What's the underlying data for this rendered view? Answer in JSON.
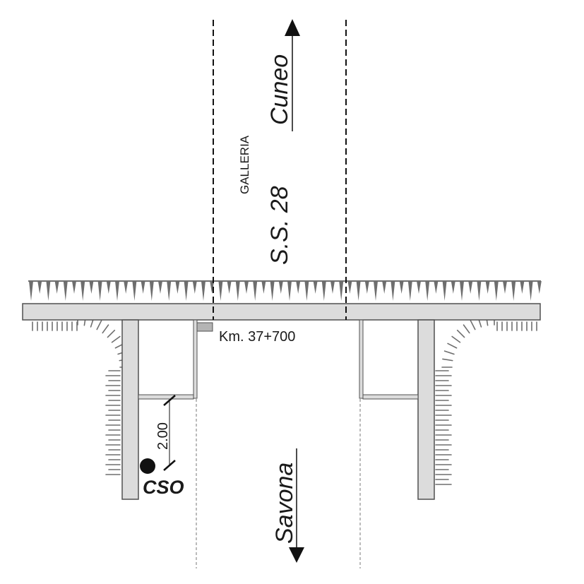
{
  "labels": {
    "north_direction": "Cuneo",
    "south_direction": "Savona",
    "tunnel": "GALLERIA",
    "road": "S.S. 28",
    "kilometer": "Km. 37+700",
    "station": "CSO",
    "dimension": "2.00"
  },
  "colors": {
    "structure_fill": "#dcdcdc",
    "structure_stroke": "#505050",
    "hatch": "#6e6e6e",
    "ink": "#111111"
  }
}
